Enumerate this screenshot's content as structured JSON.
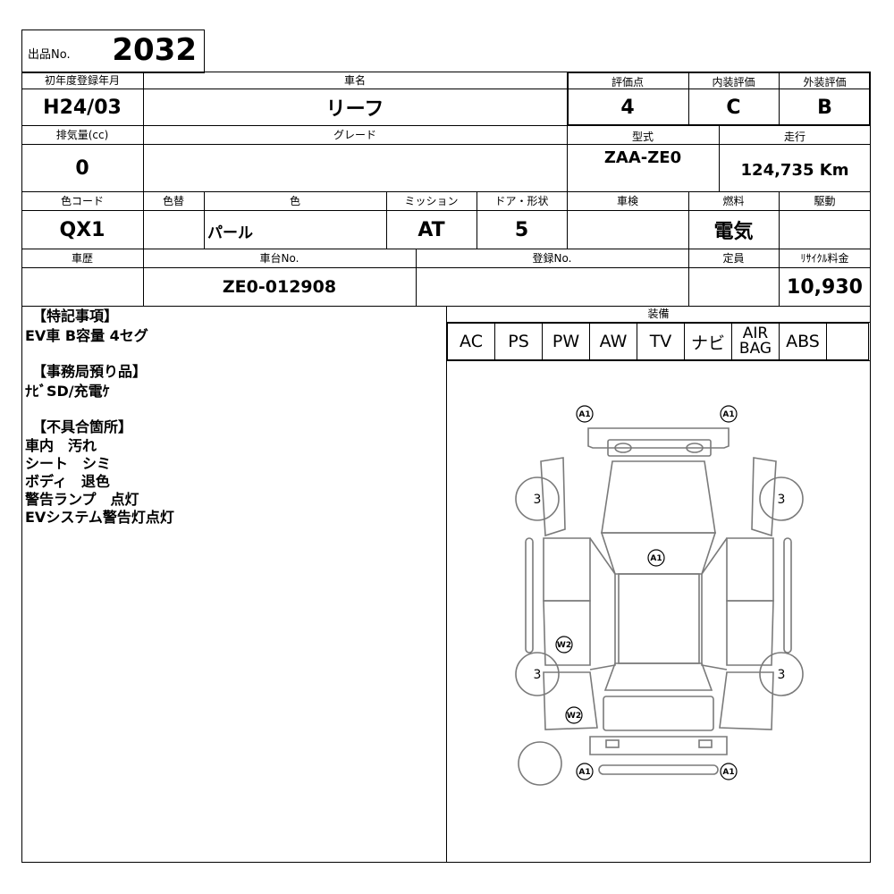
{
  "lot": {
    "label": "出品No.",
    "number": "2032"
  },
  "row1": {
    "first_reg_label": "初年度登録年月",
    "first_reg": "H24/03",
    "car_name_label": "車名",
    "car_name": "リーフ",
    "score_label": "評価点",
    "score": "4",
    "interior_label": "内装評価",
    "interior": "C",
    "exterior_label": "外装評価",
    "exterior": "B"
  },
  "row2": {
    "displacement_label": "排気量(cc)",
    "displacement": "0",
    "grade_label": "グレード",
    "grade": "",
    "model_label": "型式",
    "model": "ZAA-ZE0",
    "mileage_label": "走行",
    "mileage": "124,735 Km"
  },
  "row3": {
    "color_code_label": "色コード",
    "color_code": "QX1",
    "color_change_label": "色替",
    "color_change": "",
    "color_label": "色",
    "color": "パール",
    "mission_label": "ミッション",
    "mission": "AT",
    "door_label": "ドア・形状",
    "door": "5",
    "inspection_label": "車検",
    "inspection": "",
    "fuel_label": "燃料",
    "fuel": "電気",
    "drive_label": "駆動",
    "drive": ""
  },
  "row4": {
    "history_label": "車歴",
    "history": "",
    "chassis_label": "車台No.",
    "chassis": "ZE0-012908",
    "reg_no_label": "登録No.",
    "reg_no": "",
    "capacity_label": "定員",
    "capacity": "",
    "recycle_label": "ﾘｻｲｸﾙ料金",
    "recycle": "10,930"
  },
  "notes": {
    "special_title": "【特記事項】",
    "special_body": "EV車 B容量 4セグ",
    "office_title": "【事務局預り品】",
    "office_body": "ﾅﾋﾞSD/充電ｹ",
    "defects_title": "【不具合箇所】",
    "defects_body": [
      "車内　汚れ",
      "シート　シミ",
      "ボディ　退色",
      "警告ランプ　点灯",
      "EVシステム警告灯点灯"
    ]
  },
  "equipment": {
    "label": "装備",
    "items": [
      "AC",
      "PS",
      "PW",
      "AW",
      "TV",
      "ナビ",
      "AIR BAG",
      "ABS",
      ""
    ]
  },
  "diagram": {
    "marks": [
      "A1",
      "A1",
      "A1",
      "W2",
      "W2",
      "A1",
      "A1"
    ],
    "tire_values": [
      "3",
      "3",
      "3",
      "3"
    ]
  },
  "colors": {
    "line": "#000000",
    "diagram_line": "#7a7a7a"
  }
}
